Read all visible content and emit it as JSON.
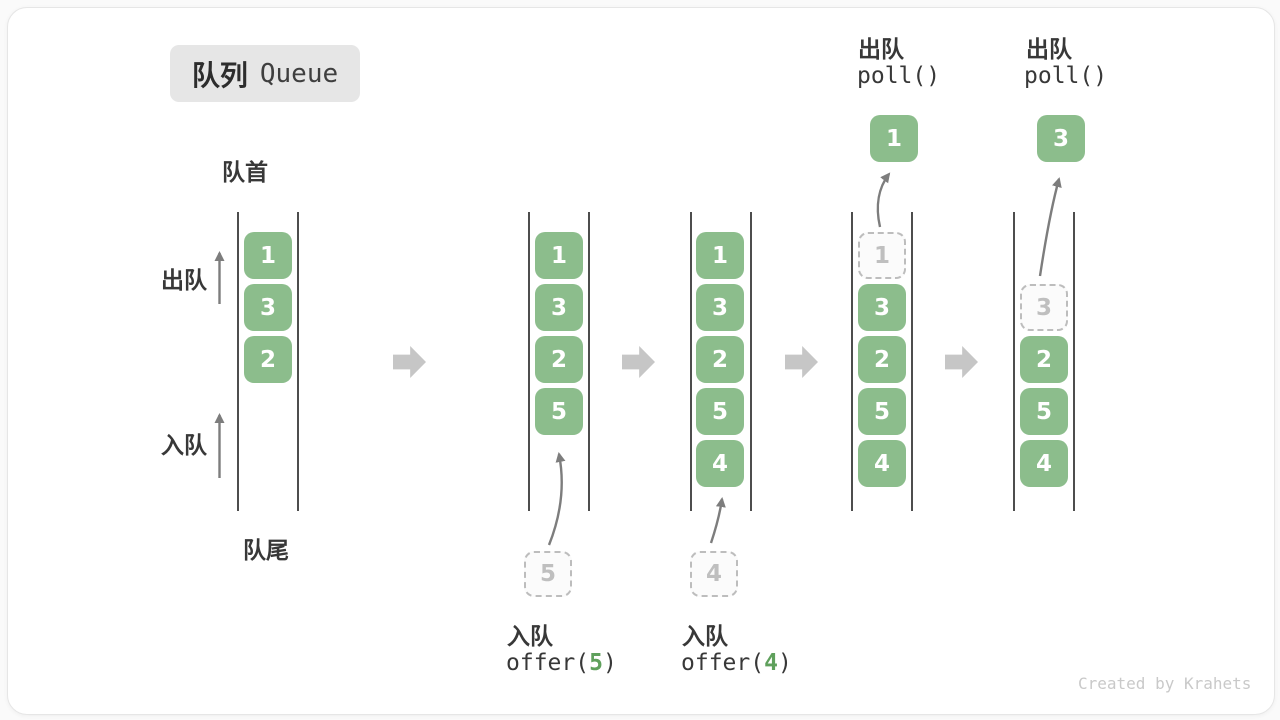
{
  "title": {
    "badge_zh": "队列",
    "badge_en": "Queue"
  },
  "side_labels": {
    "front": "队首",
    "rear": "队尾",
    "dequeue": "出队",
    "enqueue": "入队"
  },
  "operations": {
    "offer5": {
      "label": "入队",
      "code_pre": "offer(",
      "arg": "5",
      "code_post": ")"
    },
    "offer4": {
      "label": "入队",
      "code_pre": "offer(",
      "arg": "4",
      "code_post": ")"
    },
    "poll1": {
      "label": "出队",
      "code": "poll()"
    },
    "poll2": {
      "label": "出队",
      "code": "poll()"
    }
  },
  "queues": [
    {
      "cells": [
        "1",
        "3",
        "2"
      ]
    },
    {
      "cells": [
        "1",
        "3",
        "2",
        "5"
      ],
      "incoming": "5"
    },
    {
      "cells": [
        "1",
        "3",
        "2",
        "5",
        "4"
      ],
      "incoming": "4"
    },
    {
      "removed": "1",
      "cells": [
        "3",
        "2",
        "5",
        "4"
      ],
      "outgoing": "1"
    },
    {
      "removed": "3",
      "cells": [
        "2",
        "5",
        "4"
      ],
      "outgoing": "3"
    }
  ],
  "watermark": "Created by Krahets",
  "colors": {
    "item_green": "#8CBD8C",
    "code_arg_green": "#5FA05C",
    "block_arrow_gray": "#C6C6C6",
    "badge_bg": "#E6E6E6"
  }
}
